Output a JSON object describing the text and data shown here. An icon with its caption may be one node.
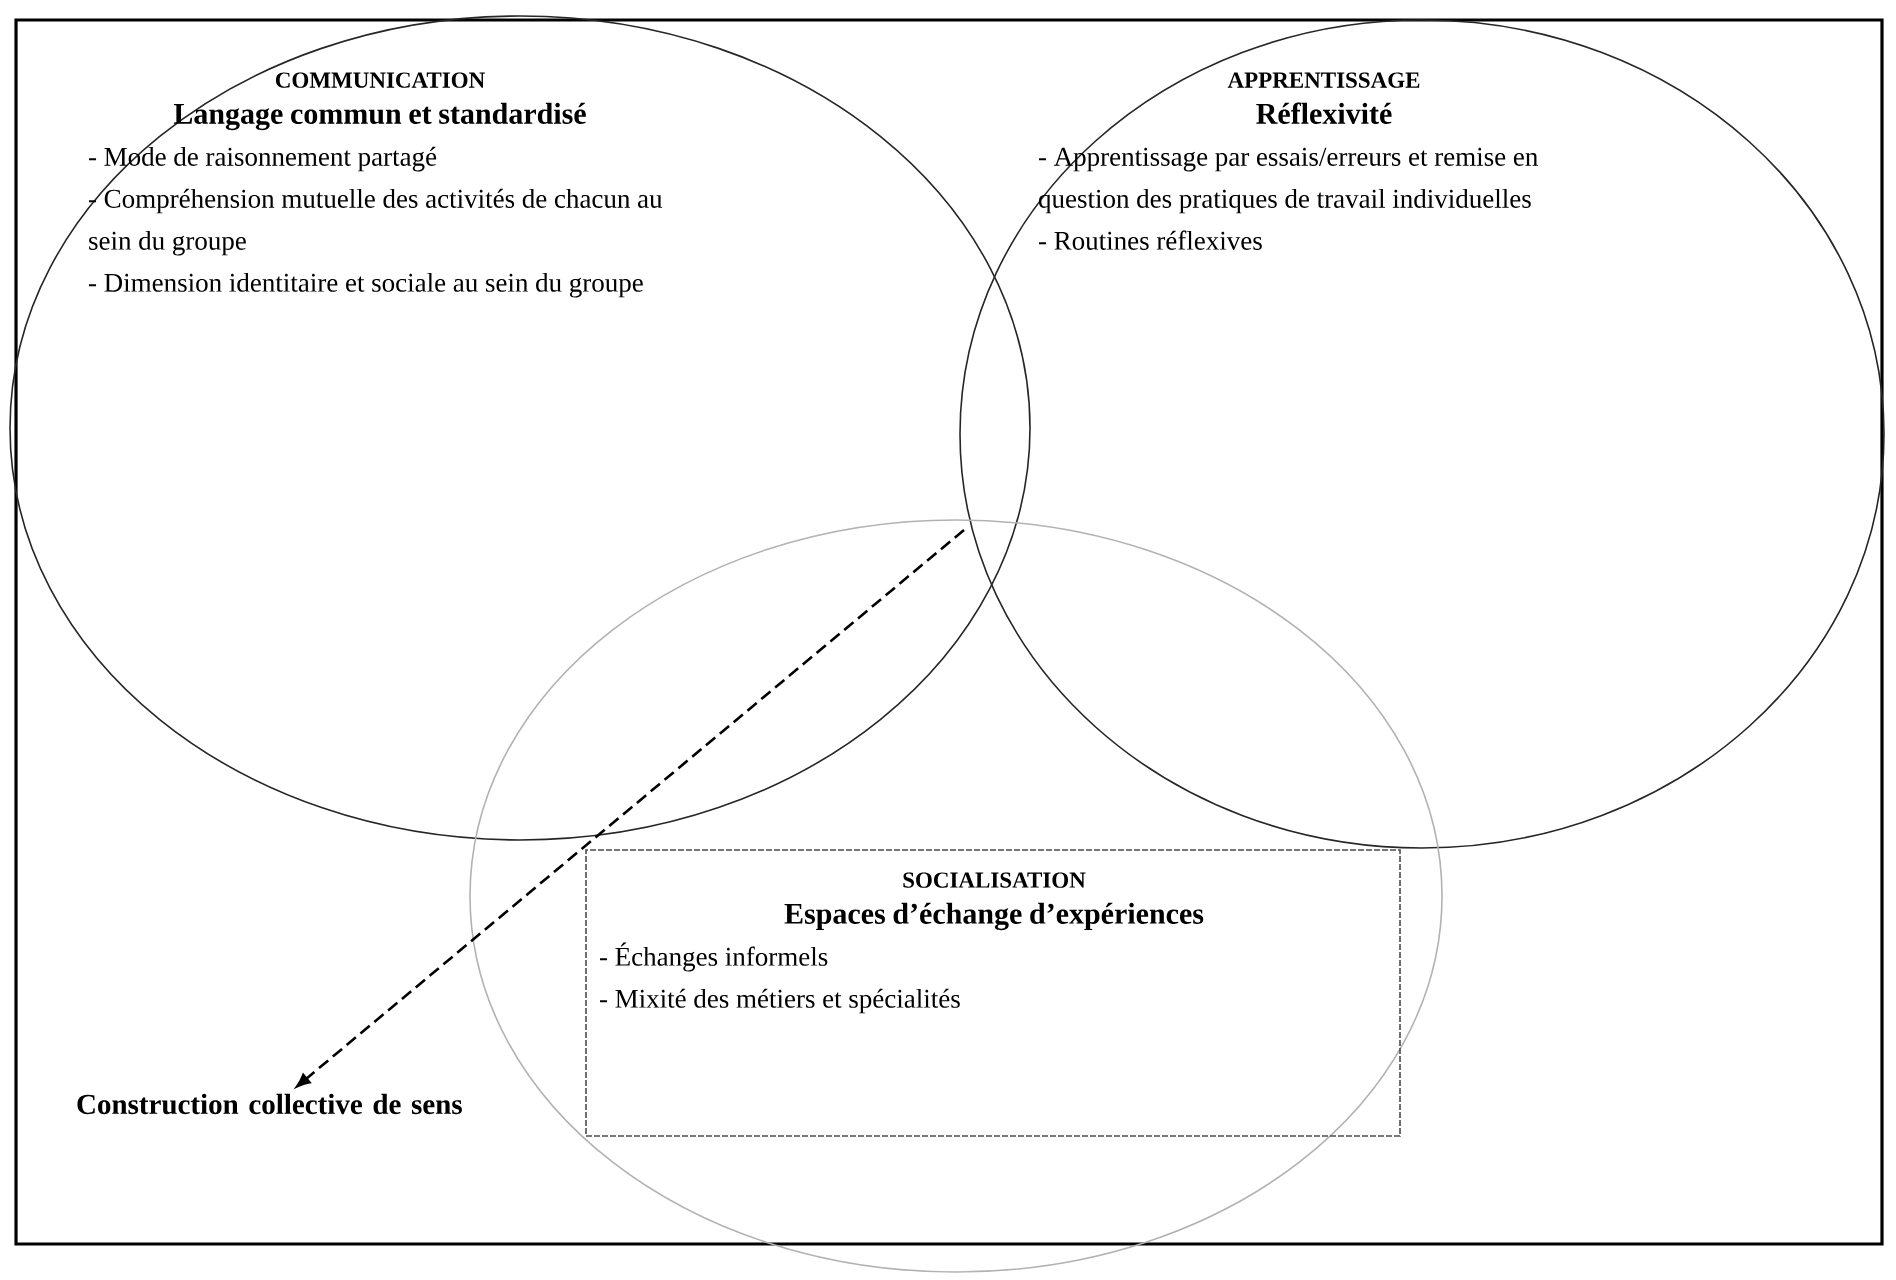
{
  "diagram": {
    "nodes": [
      {
        "text": [
          "COMMUNICATION",
          "Langage commun et standardisé",
          "- Mode de raisonnement partagé",
          "- Compréhension mutuelle des activités de chacun au sein du groupe",
          "- Dimension identitaire et sociale au sein du groupe"
        ]
      },
      {
        "text": [
          "APPRENTISSAGE",
          "Réflexivité",
          "- Apprentissage par essais/erreurs et remise en question des pratiques de travail individuelles",
          "- Routines réflexives"
        ]
      },
      {
        "text": [],
        "shape": "ellipse"
      },
      {
        "text": [
          "SOCIALISATION",
          "Espaces d’échange d’expériences",
          "- Échanges informels",
          "- Mixité des métiers et spécialités"
        ],
        "in": 2
      },
      {
        "text": [
          "Construction collective de sens"
        ]
      }
    ],
    "edges": [
      {
        "from": 0,
        "to": 4,
        "arrow": "to",
        "style": "dashed"
      }
    ]
  }
}
